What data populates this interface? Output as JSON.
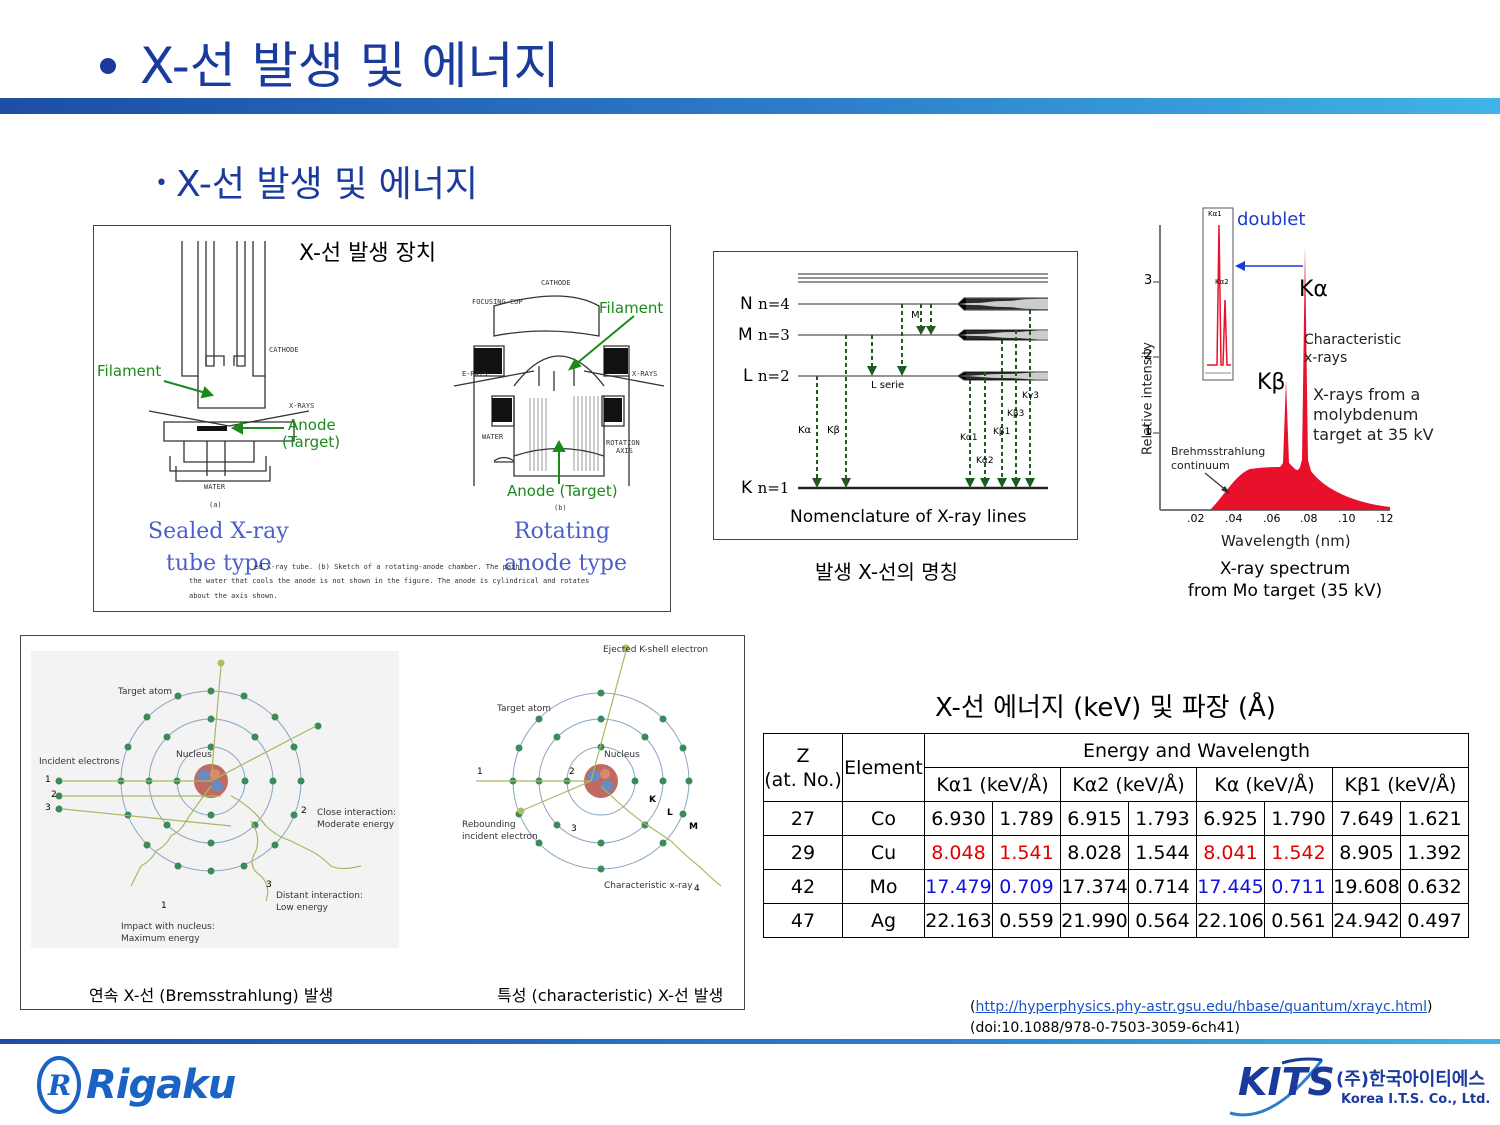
{
  "header": {
    "title": "X-선 발생 및 에너지"
  },
  "section": {
    "subtitle": "X-선 발생 및 에너지"
  },
  "tube_figure": {
    "heading": "X-선 발생 장치",
    "filament_left": "Filament",
    "anode_left_1": "Anode",
    "anode_left_2": "(Target)",
    "filament_right": "Filament",
    "anode_right": "Anode (Target)",
    "sealed_1": "Sealed X-ray",
    "sealed_2": "tube type",
    "rotating_1": "Rotating",
    "rotating_2": "anode type",
    "small": {
      "cathode": "CATHODE",
      "focusing_cup": "FOCUSING CUP",
      "cathode2": "CATHODE",
      "xrays": "X-RAYS",
      "erays": "E-RAYS",
      "xrays2": "X-RAYS",
      "water": "WATER",
      "water2": "WATER",
      "rotation_axis_1": "ROTATION",
      "rotation_axis_2": "AXIS",
      "a": "(a)",
      "b": "(b)",
      "cap1": "ed X-ray tube. (b) Sketch of a rotating-anode chamber. The path",
      "cap2": "the water that cools the anode is not shown in the figure. The anode is cylindrical and rotates",
      "cap3": "about the axis shown."
    }
  },
  "nomenclature": {
    "levels": [
      {
        "shell": "N",
        "n": "n=4"
      },
      {
        "shell": "M",
        "n": "n=3"
      },
      {
        "shell": "L",
        "n": "n=2"
      },
      {
        "shell": "K",
        "n": "n=1"
      }
    ],
    "labels": {
      "m": "M",
      "l_serie": "L serie",
      "ka": "Kα",
      "kb": "Kβ",
      "ka1": "Kα1",
      "ka2": "Kα2",
      "kb1": "Kβ1",
      "kb3": "Kβ3",
      "kg3": "Kγ3"
    },
    "inner_caption": "Nomenclature of X-ray lines",
    "caption": "발생 X-선의 명칭"
  },
  "spectrum": {
    "doublet": "doublet",
    "ka1": "Kα1",
    "ka2": "Kα2",
    "kalpha": "Kα",
    "kbeta": "Kβ",
    "characteristic_1": "Characteristic",
    "characteristic_2": "x-rays",
    "from_1": "X-rays from a",
    "from_2": "molybdenum",
    "from_3": "target at 35 kV",
    "brems_1": "Brehmsstrahlung",
    "brems_2": "continuum",
    "ylabel": "Relative intensity",
    "yticks": [
      "3",
      "2",
      "1"
    ],
    "xticks": [
      ".02",
      ".04",
      ".06",
      ".08",
      ".10",
      ".12"
    ],
    "xlabel": "Wavelength (nm)",
    "caption_1": "X-ray spectrum",
    "caption_2": "from Mo target (35 kV)"
  },
  "atoms": {
    "left": {
      "target_atom": "Target atom",
      "nucleus": "Nucleus",
      "incident": "Incident electrons",
      "n1": "1",
      "n2": "2",
      "n3": "3",
      "close_1": "Close interaction:",
      "close_2": "Moderate energy",
      "distant_1": "Distant interaction:",
      "distant_2": "Low energy",
      "impact_1": "Impact with nucleus:",
      "impact_2": "Maximum energy",
      "num2": "2",
      "num3": "3",
      "num1": "1"
    },
    "right": {
      "ejected": "Ejected K-shell electron",
      "target_atom": "Target atom",
      "nucleus": "Nucleus",
      "rebound_1": "Rebounding",
      "rebound_2": "incident electron",
      "k": "K",
      "l": "L",
      "m": "M",
      "n1": "1",
      "n2": "2",
      "n3": "3",
      "n4": "4",
      "char": "Characteristic x-ray"
    },
    "caption_left": "연속 X-선 (Bremsstrahlung) 발생",
    "caption_right": "특성 (characteristic) X-선 발생"
  },
  "table": {
    "title": "X-선 에너지 (keV) 및 파장 (Å)",
    "h_z_1": "Z",
    "h_z_2": "(at. No.)",
    "h_element": "Element",
    "h_group": "Energy and Wavelength",
    "h_cols": [
      "Kα1 (keV/Å)",
      "Kα2 (keV/Å)",
      "Kα (keV/Å)",
      "Kβ1 (keV/Å)"
    ],
    "rows": [
      {
        "z": "27",
        "el": "Co",
        "v": [
          "6.930",
          "1.789",
          "6.915",
          "1.793",
          "6.925",
          "1.790",
          "7.649",
          "1.621"
        ]
      },
      {
        "z": "29",
        "el": "Cu",
        "v": [
          "8.048",
          "1.541",
          "8.028",
          "1.544",
          "8.041",
          "1.542",
          "8.905",
          "1.392"
        ]
      },
      {
        "z": "42",
        "el": "Mo",
        "v": [
          "17.479",
          "0.709",
          "17.374",
          "0.714",
          "17.445",
          "0.711",
          "19.608",
          "0.632"
        ]
      },
      {
        "z": "47",
        "el": "Ag",
        "v": [
          "22.163",
          "0.559",
          "21.990",
          "0.564",
          "22.106",
          "0.561",
          "24.942",
          "0.497"
        ]
      }
    ],
    "colors": {
      "highlight_red": "#e00000",
      "highlight_blue": "#1010e0"
    }
  },
  "refs": {
    "open_paren": "(",
    "url": "http://hyperphysics.phy-astr.gsu.edu/hbase/quantum/xrayc.html",
    "close_paren": ")",
    "doi": "(doi:10.1088/978-0-7503-3059-6ch41)"
  },
  "footer": {
    "rigaku": "Rigaku",
    "kits": "KITS",
    "kits_kr": "(주)한국아이티에스",
    "kits_en": "Korea I.T.S. Co., Ltd."
  },
  "colors": {
    "title_blue": "#1a3a9c",
    "bar_blue": "#2d7ec8",
    "green": "#1a8a1a",
    "spectrum_red": "#e8102a"
  }
}
